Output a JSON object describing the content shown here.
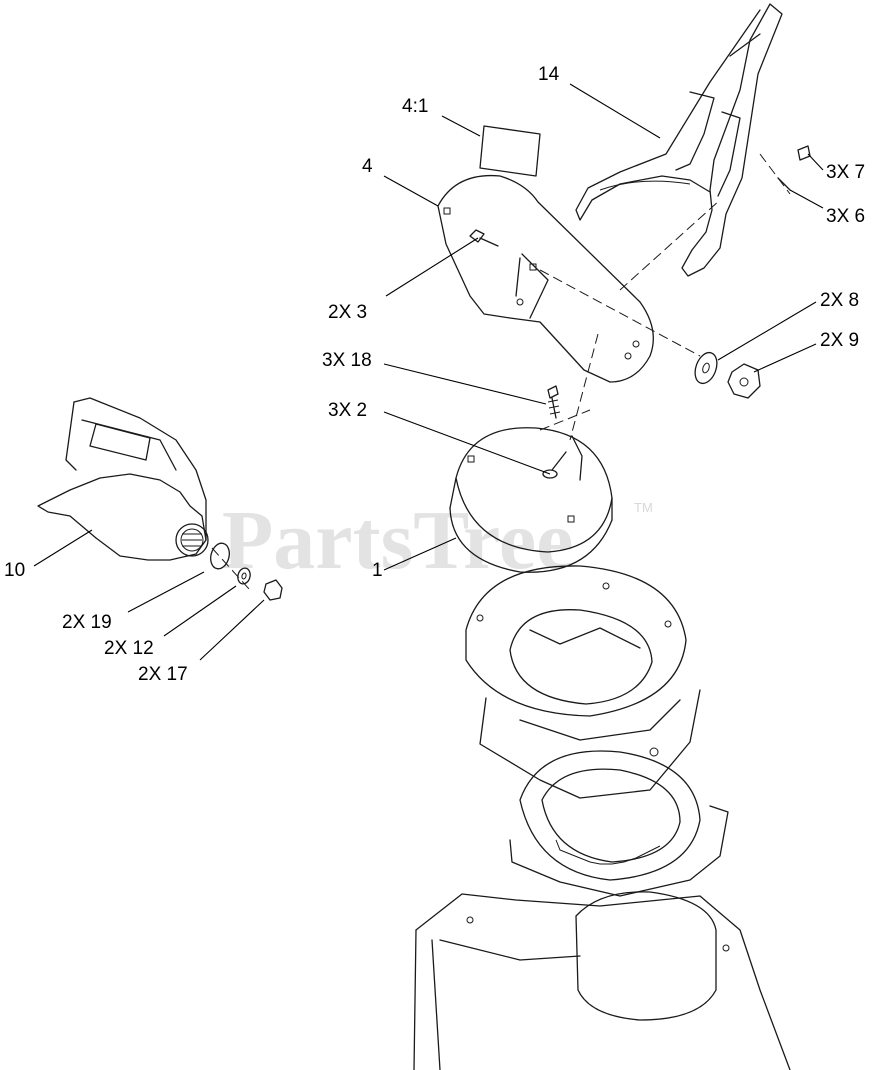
{
  "watermark": {
    "text": "PartsTree",
    "trademark": "TM"
  },
  "callouts": [
    {
      "id": "14",
      "text": "14"
    },
    {
      "id": "4-1",
      "text": "4:1"
    },
    {
      "id": "4",
      "text": "4"
    },
    {
      "id": "3x7",
      "text": "3X 7"
    },
    {
      "id": "3x6",
      "text": "3X 6"
    },
    {
      "id": "2x3",
      "text": "2X 3"
    },
    {
      "id": "2x8",
      "text": "2X 8"
    },
    {
      "id": "2x9",
      "text": "2X 9"
    },
    {
      "id": "3x18",
      "text": "3X 18"
    },
    {
      "id": "3x2",
      "text": "3X 2"
    },
    {
      "id": "10",
      "text": "10"
    },
    {
      "id": "1",
      "text": "1"
    },
    {
      "id": "2x19",
      "text": "2X 19"
    },
    {
      "id": "2x12",
      "text": "2X 12"
    },
    {
      "id": "2x17",
      "text": "2X 17"
    }
  ]
}
